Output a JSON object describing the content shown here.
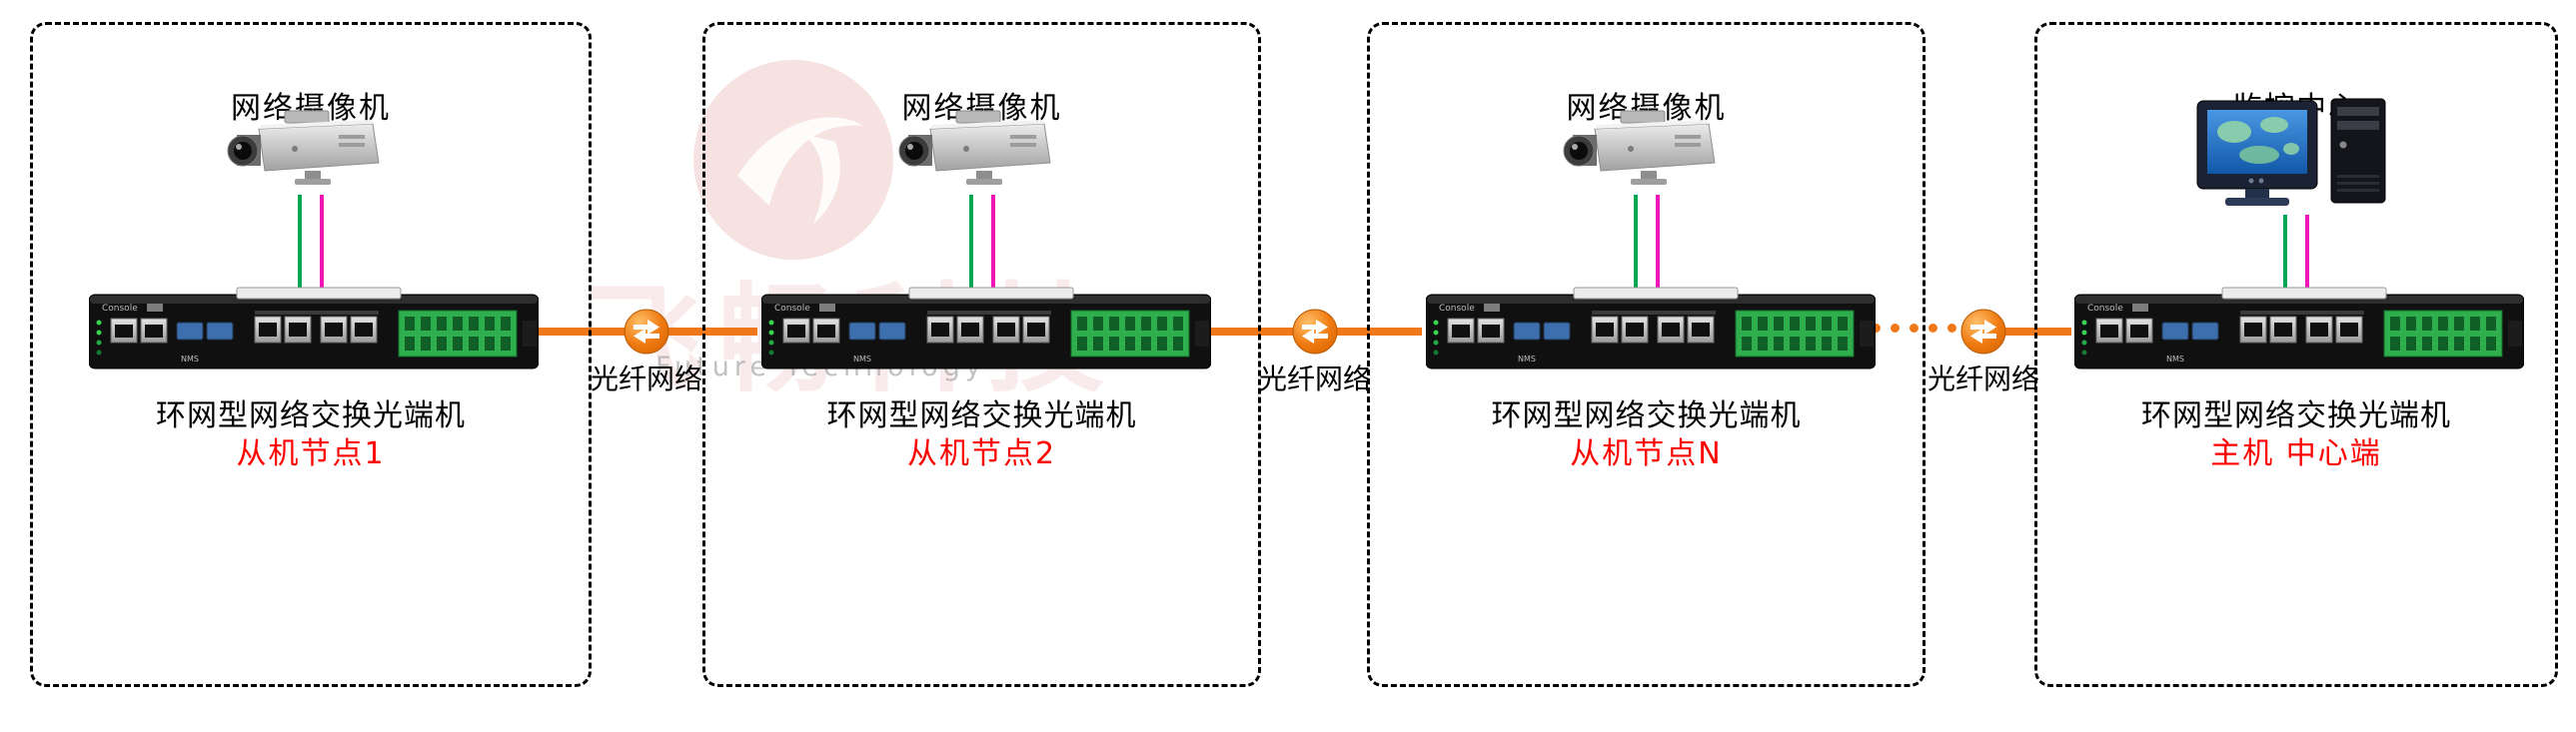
{
  "watermark": {
    "cn": "飞畅科技",
    "en": "Future Technology"
  },
  "nodes": [
    {
      "top_label": "网络摄像机",
      "device_label": "环网型网络交换光端机",
      "role_label": "从机节点1",
      "endpoint": "camera"
    },
    {
      "top_label": "网络摄像机",
      "device_label": "环网型网络交换光端机",
      "role_label": "从机节点2",
      "endpoint": "camera"
    },
    {
      "top_label": "网络摄像机",
      "device_label": "环网型网络交换光端机",
      "role_label": "从机节点N",
      "endpoint": "camera"
    },
    {
      "top_label": "监控中心",
      "device_label": "环网型网络交换光端机",
      "role_label": "主机 中心端",
      "endpoint": "workstation"
    }
  ],
  "links": [
    {
      "label": "光纤网络",
      "style": "solid"
    },
    {
      "label": "光纤网络",
      "style": "solid"
    },
    {
      "label": "光纤网络",
      "style": "dotted-then-solid"
    }
  ],
  "device_texts": {
    "console": "Console",
    "nms": "NMS"
  },
  "colors": {
    "fiber_orange": "#F07818",
    "line_green": "#00A651",
    "line_magenta": "#F116B6",
    "role_red": "#FE0000",
    "watermark_red": "#BE1E1E"
  }
}
